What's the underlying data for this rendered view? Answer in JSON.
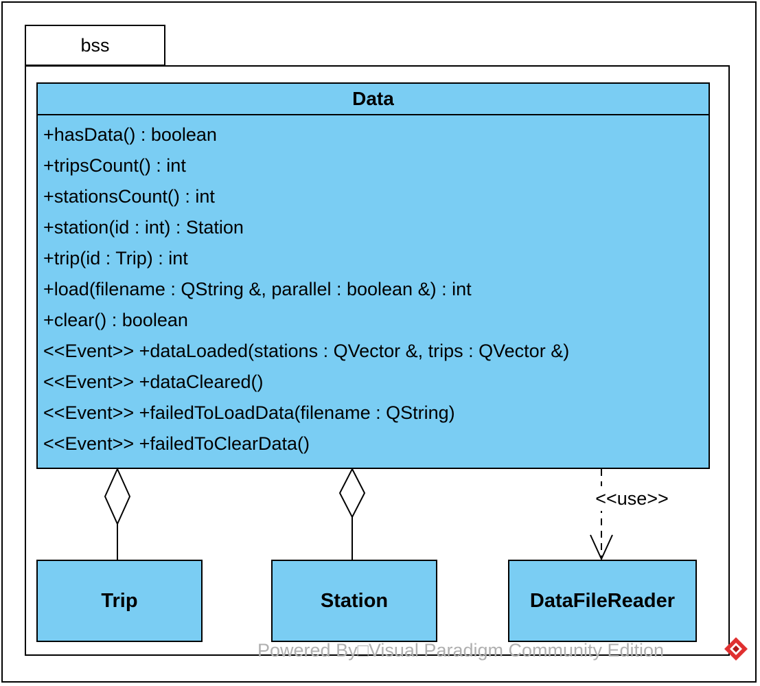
{
  "package": {
    "name": "bss"
  },
  "data_class": {
    "name": "Data",
    "operations": [
      "+hasData() : boolean",
      "+tripsCount() : int",
      "+stationsCount() : int",
      "+station(id : int) : Station",
      "+trip(id : Trip) : int",
      "+load(filename : QString &, parallel : boolean &) : int",
      "+clear() : boolean",
      "<<Event>> +dataLoaded(stations : QVector &, trips : QVector &)",
      "<<Event>> +dataCleared()",
      "<<Event>> +failedToLoadData(filename : QString)",
      "<<Event>> +failedToClearData()"
    ]
  },
  "classes": {
    "trip": "Trip",
    "station": "Station",
    "reader": "DataFileReader"
  },
  "relations": {
    "use_label": "<<use>>"
  },
  "watermark": {
    "text": "Powered By□Visual Paradigm Community Edition"
  },
  "colors": {
    "class_fill": "#7acdf3",
    "border": "#000000",
    "watermark": "#b0b0b0",
    "logo": "#e03030"
  },
  "icons": {
    "logo": "visual-paradigm-logo-icon"
  }
}
